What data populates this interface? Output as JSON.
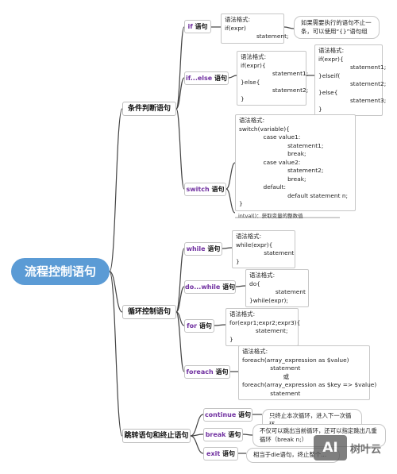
{
  "root": {
    "label": "流程控制语句"
  },
  "categories": {
    "condition": "条件判断语句",
    "loop": "循环控制语句",
    "jump": "跳转语句和终止语句"
  },
  "statements": {
    "if": {
      "kw": "if",
      "zh": " 语句"
    },
    "ifelse": {
      "kw": "if...else",
      "zh": " 语句"
    },
    "switch": {
      "kw": "switch",
      "zh": " 语句"
    },
    "while": {
      "kw": "while",
      "zh": " 语句"
    },
    "dowhile": {
      "kw": "do...while",
      "zh": " 语句"
    },
    "for": {
      "kw": "for",
      "zh": " 语句"
    },
    "foreach": {
      "kw": "foreach",
      "zh": " 语句"
    },
    "continue": {
      "kw": "continue",
      "zh": " 语句"
    },
    "break": {
      "kw": "break",
      "zh": " 语句"
    },
    "exit": {
      "kw": "exit",
      "zh": " 语句"
    }
  },
  "syntax": {
    "if": [
      "语法格式:",
      "if(expr)",
      "                 statement;"
    ],
    "ifelse": [
      "语法格式:",
      "if(expr){",
      "                 statement1;",
      "}else{",
      "                 statement2;",
      "}"
    ],
    "ifelseif": [
      "语法格式:",
      "if(expr){",
      "                 statement1;",
      "}elseif(",
      "                 statement2;",
      "}else{",
      "                 statement3;",
      "}"
    ],
    "switch": [
      "语法格式:",
      "switch(variable){",
      "             case value1:",
      "                          statement1;",
      "                          break;",
      "             case value2:",
      "                          statement2;",
      "                          break;",
      "             default:",
      "                          default statement n;",
      "}"
    ],
    "while": [
      "语法格式:",
      "while(expr){",
      "               statement",
      "}"
    ],
    "dowhile": [
      "语法格式:",
      "do{",
      "              statement",
      "}while(expr);"
    ],
    "for": [
      "语法格式:",
      "for(expr1;expr2;expr3){",
      "              statement;",
      "}"
    ],
    "foreach": [
      "语法格式:",
      "foreach(array_expression as $value)",
      "               statement",
      "                      或",
      "foreach(array_expression as $key => $value)",
      "               statement"
    ]
  },
  "notes": {
    "if_multi": "如果需要执行的语句不止一条，可以使用“{}”语句组",
    "intval": "intval()：获取变量的整数值",
    "continue": "只终止本次循环，进入下一次循环",
    "break": "不仅可以跳出当前循环，还可以指定跳出几重循环（break n;）",
    "exit": "相当于die语句，终止整个..."
  },
  "watermark": {
    "badge": "AI",
    "text": "树叶云"
  },
  "colors": {
    "root": "#5b9bd5",
    "keyword": "#7030a0",
    "line": "#444444"
  }
}
